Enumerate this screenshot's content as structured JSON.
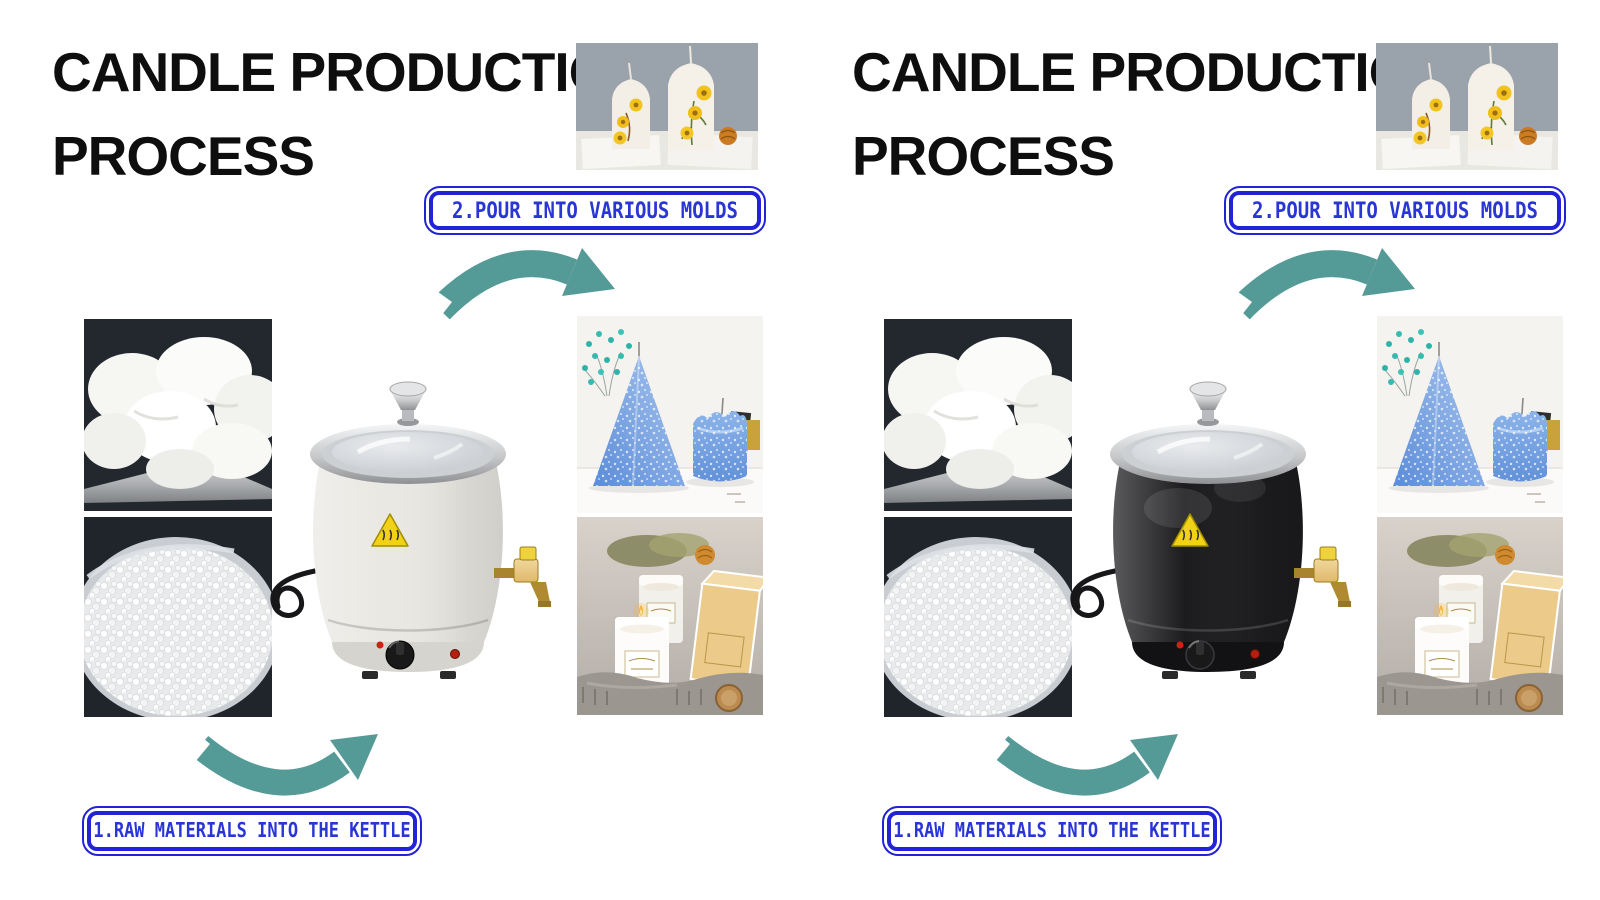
{
  "colors": {
    "background": "#ffffff",
    "title_text": "#0e0e0e",
    "label_blue_border": "#2222d8",
    "label_blue_text": "#2a35d6",
    "arrow_teal": "#549a97",
    "warning_yellow": "#f2d216",
    "kettle_white_body": "#eae8e3",
    "kettle_black_body": "#1c1c1f"
  },
  "panels": [
    {
      "title_line1": "CANDLE PRODUCTION",
      "title_line2": "PROCESS",
      "step2_label": "2.POUR INTO VARIOUS MOLDS",
      "step1_label": "1.RAW MATERIALS INTO THE KETTLE",
      "kettle_variant": "white",
      "kettle_body_color": "#eae8e3",
      "kettle_base_color": "#d6d4ce"
    },
    {
      "title_line1": "CANDLE PRODUCTION",
      "title_line2": "PROCESS",
      "step2_label": "2.POUR INTO VARIOUS MOLDS",
      "step1_label": "1.RAW MATERIALS INTO THE KETTLE",
      "kettle_variant": "black",
      "kettle_body_color": "#1c1c1f",
      "kettle_base_color": "#121214"
    }
  ],
  "photos": {
    "finished_candles": "sunflower-pillar-candles-photo",
    "raw_wax_chunks": "white-wax-chunks-photo",
    "raw_wax_pellets": "white-wax-pellets-photo",
    "molded_candles": "blue-mold-candles-photo",
    "jar_candles": "jar-candles-gift-box-photo"
  }
}
